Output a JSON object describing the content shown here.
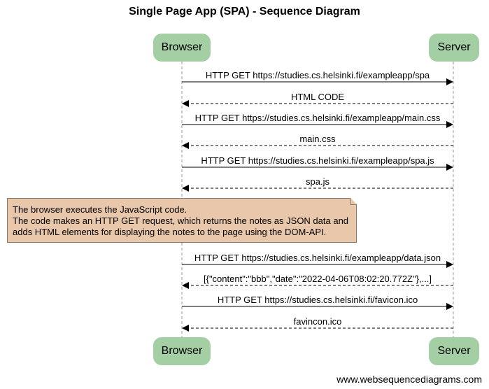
{
  "title": "Single Page App (SPA) - Sequence Diagram",
  "actors": {
    "browser": "Browser",
    "server": "Server"
  },
  "messages": [
    {
      "text": "HTTP GET https://studies.cs.helsinki.fi/exampleapp/spa",
      "direction": "to-server",
      "style": "solid"
    },
    {
      "text": "HTML CODE",
      "direction": "to-browser",
      "style": "dashed"
    },
    {
      "text": "HTTP GET https://studies.cs.helsinki.fi/exampleapp/main.css",
      "direction": "to-server",
      "style": "solid"
    },
    {
      "text": "main.css",
      "direction": "to-browser",
      "style": "dashed"
    },
    {
      "text": "HTTP GET https://studies.cs.helsinki.fi/exampleapp/spa.js",
      "direction": "to-server",
      "style": "solid"
    },
    {
      "text": "spa.js",
      "direction": "to-browser",
      "style": "dashed"
    },
    {
      "text": "HTTP GET https://studies.cs.helsinki.fi/exampleapp/data.json",
      "direction": "to-server",
      "style": "solid"
    },
    {
      "text": "[{\"content\":\"bbb\",\"date\":\"2022-04-06T08:02:20.772Z\"},...]",
      "direction": "to-browser",
      "style": "dashed"
    },
    {
      "text": "HTTP GET https://studies.cs.helsinki.fi/favicon.ico",
      "direction": "to-server",
      "style": "solid"
    },
    {
      "text": "favincon.ico",
      "direction": "to-browser",
      "style": "dashed"
    }
  ],
  "note": {
    "lines": [
      "The browser executes the JavaScript code.",
      "The code makes an HTTP GET request, which returns the notes as JSON data and",
      "adds HTML elements for displaying the notes to the page using the DOM-API."
    ]
  },
  "colors": {
    "actor": "#a4cfa4",
    "note": "#e8c7ab"
  },
  "footer": "www.websequencediagrams.com"
}
